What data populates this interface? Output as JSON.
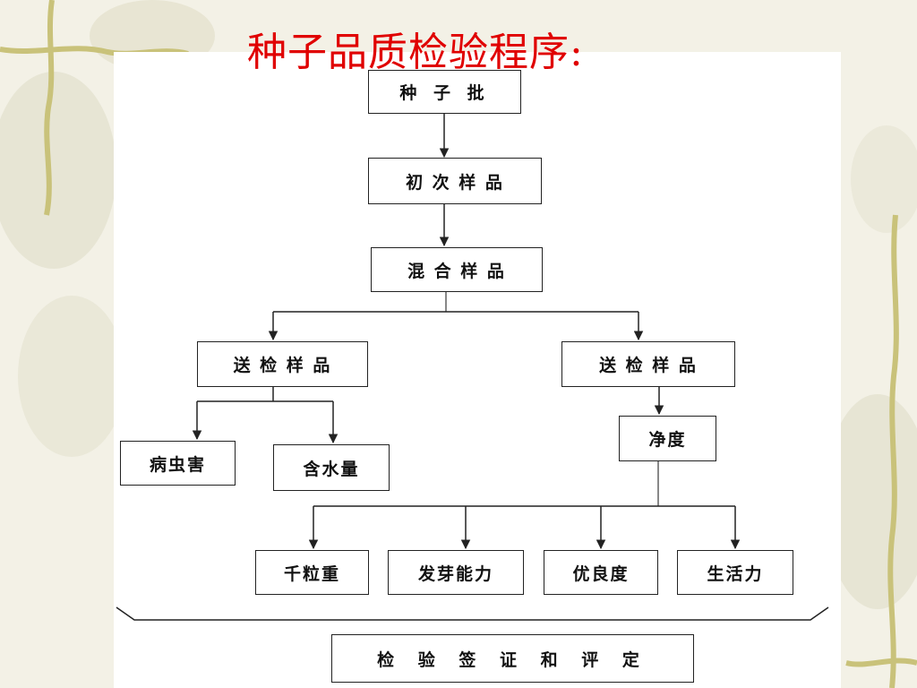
{
  "slide": {
    "title": "种子品质检验程序:"
  },
  "diagram": {
    "nodes": {
      "seed_lot": "种 子 批",
      "primary_sample": "初 次 样 品",
      "composite_sample": "混 合 样 品",
      "submitted_sample_left": "送 检 样 品",
      "submitted_sample_right": "送 检 样 品",
      "pests": "病虫害",
      "moisture": "含水量",
      "purity": "净度",
      "thousand_weight": "千粒重",
      "germination": "发芽能力",
      "quality": "优良度",
      "vitality": "生活力",
      "certification": "检 验 签 证 和 评 定"
    }
  },
  "colors": {
    "title": "#e00000",
    "background": "#f3f1e6",
    "panel": "#ffffff",
    "line": "#222222"
  }
}
